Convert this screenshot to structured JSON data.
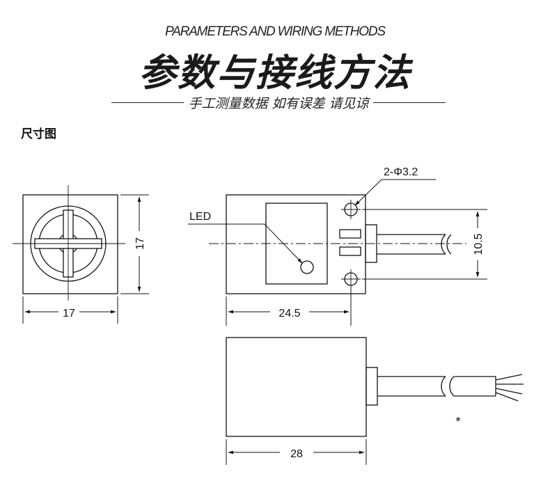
{
  "header": {
    "english_title": "PARAMETERS AND WIRING METHODS",
    "chinese_title": "参数与接线方法",
    "subtitle": "手工测量数据 如有误差 请见谅"
  },
  "section_title": "尺寸图",
  "labels": {
    "front_width": "17",
    "front_height": "17",
    "led": "LED",
    "hole_spec": "2-Φ3.2",
    "side_width": "24.5",
    "hole_spacing": "10.5",
    "top_length": "28",
    "note_marker": "*"
  }
}
